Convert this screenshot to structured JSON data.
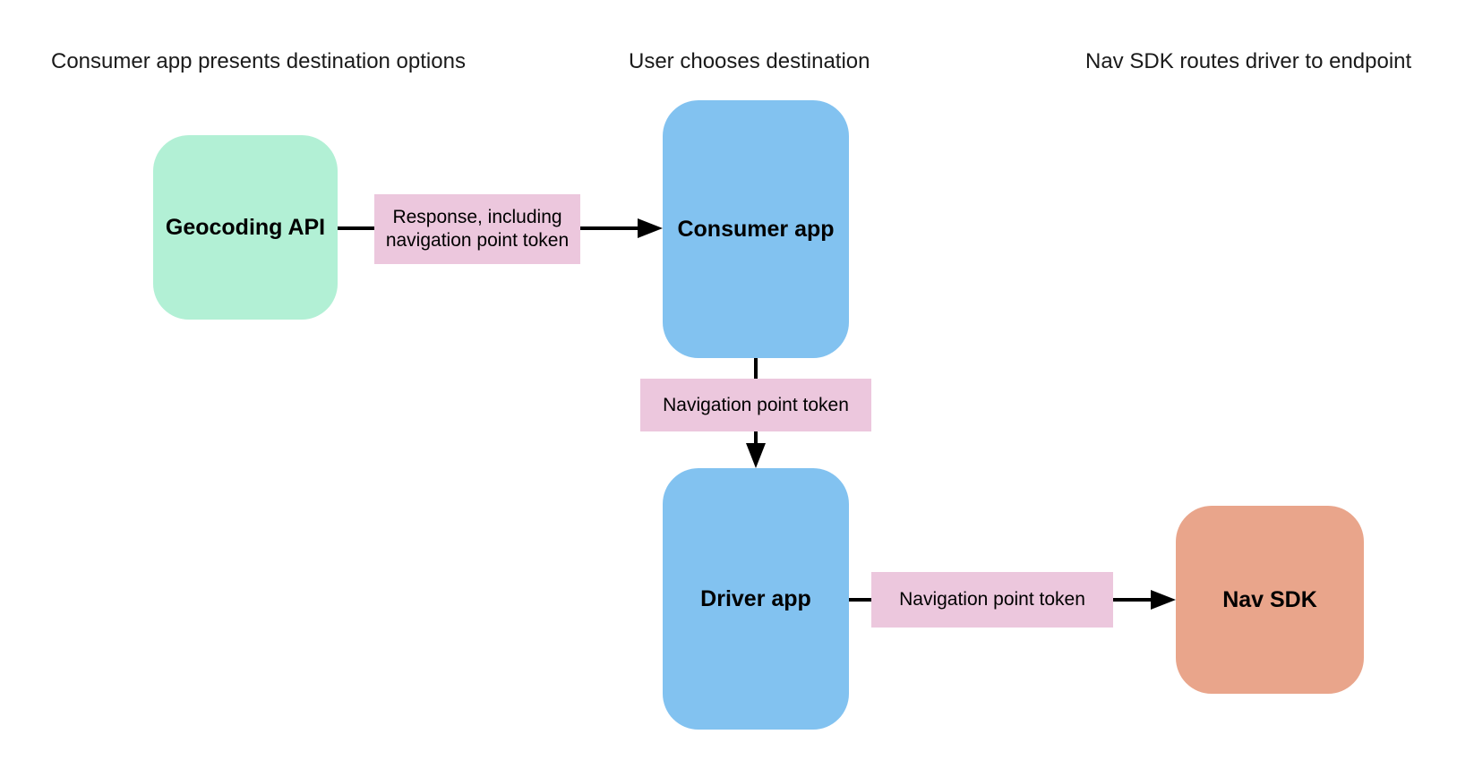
{
  "diagram": {
    "stage_headers": [
      "Consumer app presents destination options",
      "User chooses destination",
      "Nav SDK routes driver to endpoint"
    ],
    "nodes": {
      "geocoding_api": {
        "label": "Geocoding API",
        "color": "#b2f0d5"
      },
      "consumer_app": {
        "label": "Consumer app",
        "color": "#82c2f0"
      },
      "driver_app": {
        "label": "Driver app",
        "color": "#82c2f0"
      },
      "nav_sdk": {
        "label": "Nav SDK",
        "color": "#e9a58b"
      }
    },
    "edges": [
      {
        "from": "Geocoding API",
        "to": "Consumer app",
        "label": "Response, including navigation point token"
      },
      {
        "from": "Consumer app",
        "to": "Driver app",
        "label": "Navigation point token"
      },
      {
        "from": "Driver app",
        "to": "Nav SDK",
        "label": "Navigation point token"
      }
    ],
    "colors": {
      "node_mint": "#b2f0d5",
      "node_blue": "#82c2f0",
      "node_orange": "#e9a58b",
      "edge_label_pink": "#ecc7dd",
      "connector_black": "#000000",
      "background": "#ffffff"
    }
  }
}
